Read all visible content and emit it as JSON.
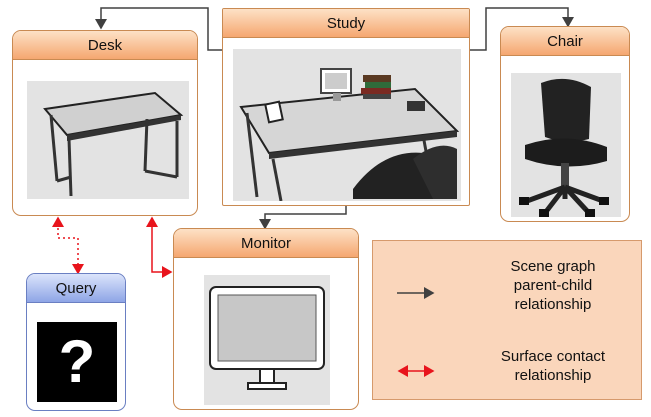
{
  "nodes": {
    "study": "Study",
    "desk": "Desk",
    "chair": "Chair",
    "monitor": "Monitor",
    "query": "Query"
  },
  "query_glyph": "?",
  "legend": {
    "scene_graph": "Scene graph\nparent-child\nrelationship",
    "surface_contact": "Surface contact\nrelationship"
  },
  "colors": {
    "node_header": "#f5a770",
    "query_header": "#8ea5e6",
    "legend_bg": "#fad6bb",
    "parent_child_arrow": "#404040",
    "contact_arrow": "#e8141c"
  }
}
